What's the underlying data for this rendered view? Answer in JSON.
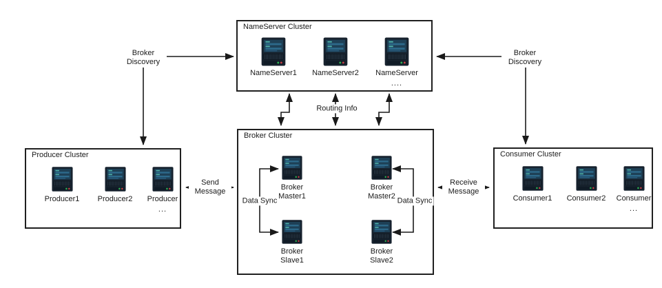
{
  "diagram": {
    "clusters": {
      "nameserver": {
        "title": "NameServer Cluster",
        "nodes": [
          {
            "label": "NameServer1"
          },
          {
            "label": "NameServer2"
          },
          {
            "label": "NameServer",
            "more": "...."
          }
        ]
      },
      "broker": {
        "title": "Broker Cluster",
        "nodes": [
          {
            "label": "Broker Master1"
          },
          {
            "label": "Broker Master2"
          },
          {
            "label": "Broker Slave1"
          },
          {
            "label": "Broker Slave2"
          }
        ]
      },
      "producer": {
        "title": "Producer Cluster",
        "nodes": [
          {
            "label": "Producer1"
          },
          {
            "label": "Producer2"
          },
          {
            "label": "Producer",
            "more": "..."
          }
        ]
      },
      "consumer": {
        "title": "Consumer Cluster",
        "nodes": [
          {
            "label": "Consumer1"
          },
          {
            "label": "Consumer2"
          },
          {
            "label": "Consumer",
            "more": "..."
          }
        ]
      }
    },
    "connector_labels": {
      "broker_discovery_left": "Broker Discovery",
      "broker_discovery_right": "Broker Discovery",
      "routing_info": "Routing Info",
      "send_message": "Send Message",
      "receive_message": "Receive Message",
      "data_sync_left": "Data Sync",
      "data_sync_right": "Data Sync"
    },
    "colors": {
      "line": "#1a1a1a",
      "box_border": "#1f1f1f",
      "server_body": "#17222e",
      "server_screen": "#1e4056",
      "server_stripe": "#2d6a8b",
      "server_tick": "#4fb3ab",
      "led_green": "#2fae52",
      "led_red": "#c24045"
    }
  }
}
